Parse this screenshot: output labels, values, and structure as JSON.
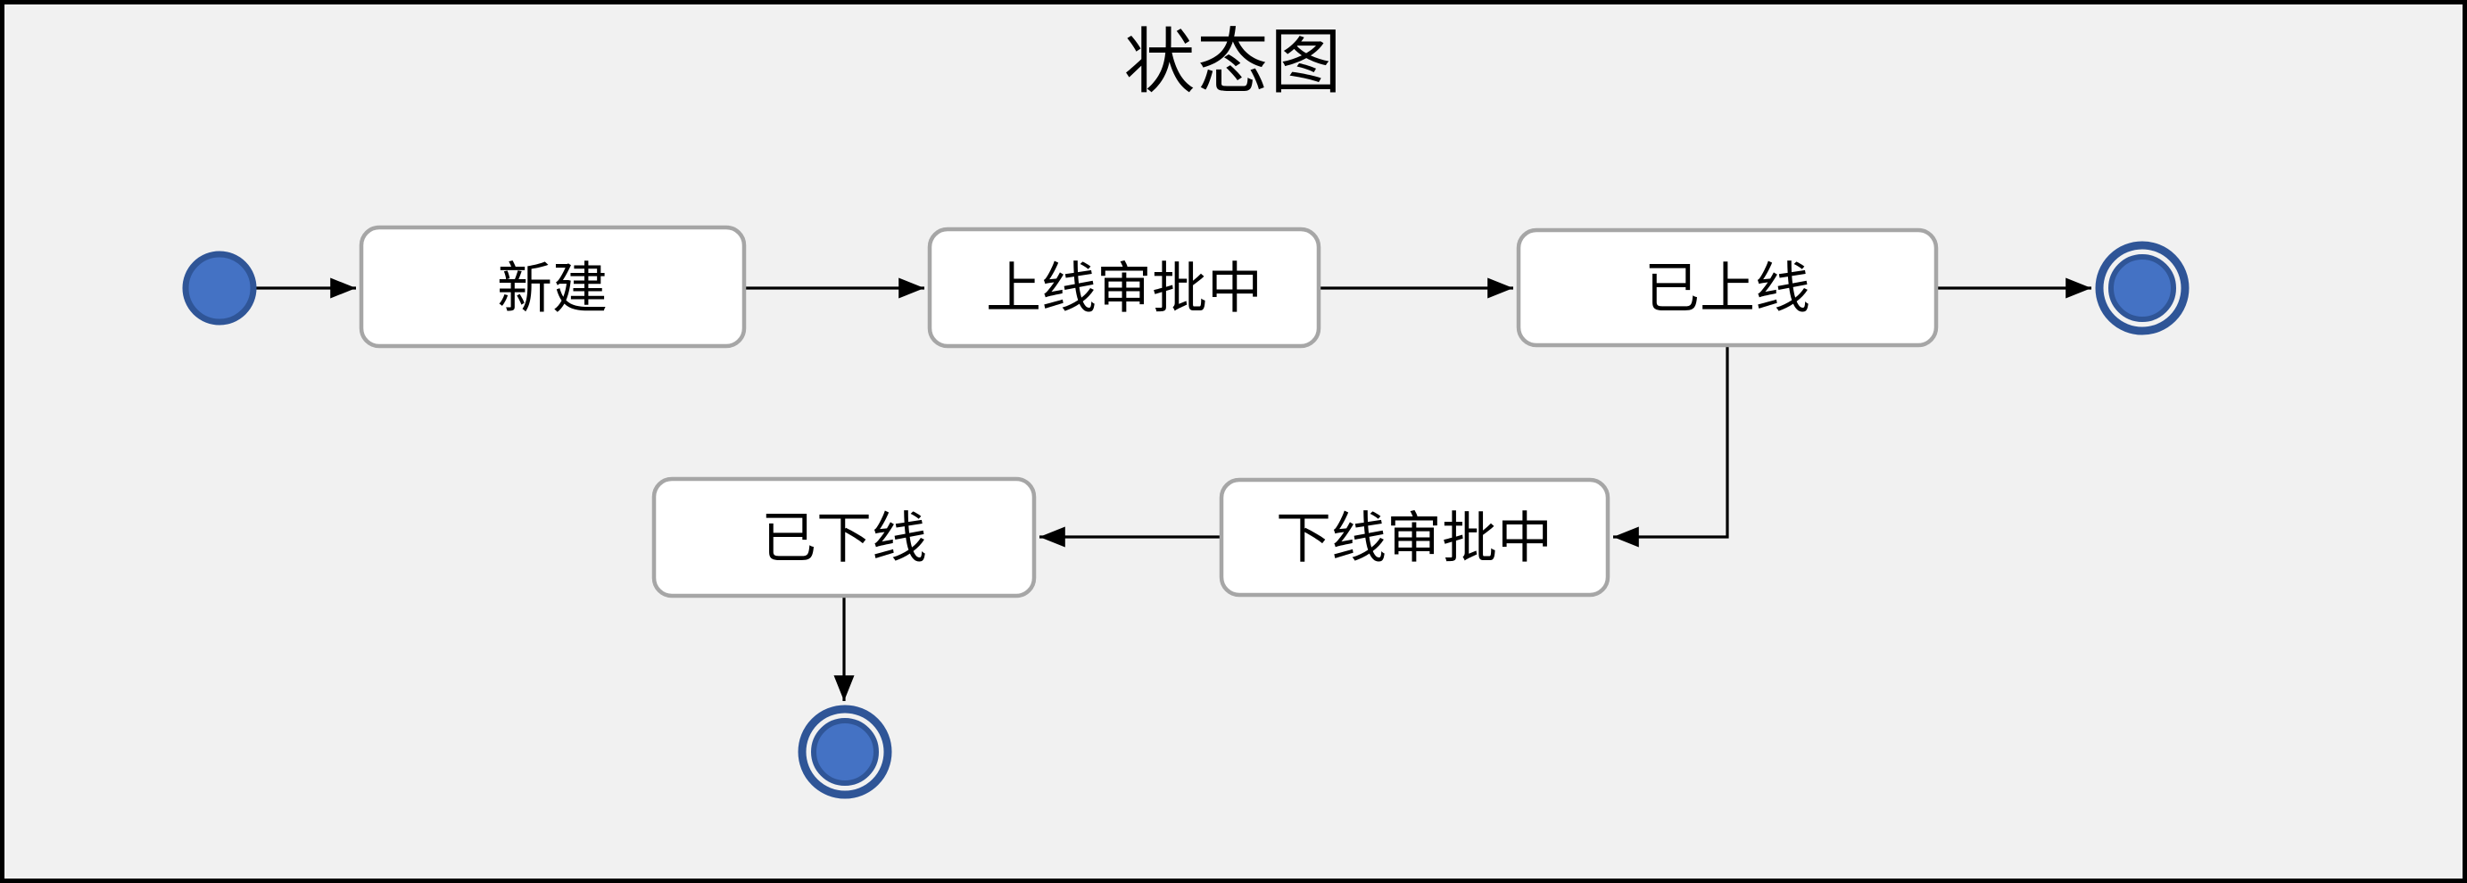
{
  "title": "状态图",
  "diagram": {
    "kind": "uml-state-diagram",
    "background_color": "#f1f1f1",
    "frame_color": "#000000",
    "state_fill": "#ffffff",
    "state_border_color": "#a6a6a6",
    "node_fill": "#4472c4",
    "node_border_color": "#2f5597",
    "arrow_color": "#000000",
    "states": [
      {
        "name": "新建"
      },
      {
        "name": "上线审批中"
      },
      {
        "name": "已上线"
      },
      {
        "name": "下线审批中"
      },
      {
        "name": "已下线"
      }
    ],
    "initial_states": [
      {
        "id": "initial"
      }
    ],
    "final_states": [
      {
        "id": "final-online"
      },
      {
        "id": "final-offline"
      }
    ],
    "transitions": [
      {
        "from": "initial",
        "to": "新建"
      },
      {
        "from": "新建",
        "to": "上线审批中"
      },
      {
        "from": "上线审批中",
        "to": "已上线"
      },
      {
        "from": "已上线",
        "to": "final-online"
      },
      {
        "from": "已上线",
        "to": "下线审批中"
      },
      {
        "from": "下线审批中",
        "to": "已下线"
      },
      {
        "from": "已下线",
        "to": "final-offline"
      }
    ]
  }
}
